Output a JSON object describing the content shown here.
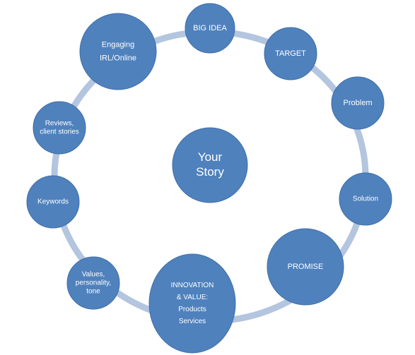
{
  "diagram": {
    "center": {
      "lines": [
        "Your",
        "Story"
      ]
    },
    "nodes": [
      {
        "id": "big-idea",
        "lines": [
          "BIG IDEA"
        ]
      },
      {
        "id": "target",
        "lines": [
          "TARGET"
        ]
      },
      {
        "id": "problem",
        "lines": [
          "Problem"
        ]
      },
      {
        "id": "solution",
        "lines": [
          "Solution"
        ]
      },
      {
        "id": "promise",
        "lines": [
          "PROMISE"
        ]
      },
      {
        "id": "innovation-value",
        "lines": [
          "INNOVATION",
          "& VALUE:",
          "Products",
          "Services"
        ]
      },
      {
        "id": "values",
        "lines": [
          "Values,",
          "personality,",
          "tone"
        ]
      },
      {
        "id": "keywords",
        "lines": [
          "Keywords"
        ]
      },
      {
        "id": "reviews",
        "lines": [
          "Reviews,",
          "client stories"
        ]
      },
      {
        "id": "engaging",
        "lines": [
          "Engaging",
          "IRL/Online"
        ]
      }
    ],
    "colors": {
      "node_fill": "#4f81bd",
      "node_stroke": "#3f6fa8",
      "ring": "#b3c5df",
      "text": "#ffffff"
    }
  }
}
